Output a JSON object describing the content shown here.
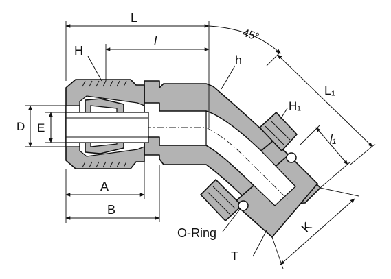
{
  "labels": {
    "L": "L",
    "l": "l",
    "angle": "45°",
    "H": "H",
    "h": "h",
    "L1": "L₁",
    "H1": "H₁",
    "l1": "l₁",
    "D": "D",
    "E": "E",
    "A": "A",
    "B": "B",
    "K": "K",
    "O_ring": "O-Ring",
    "T": "T"
  }
}
